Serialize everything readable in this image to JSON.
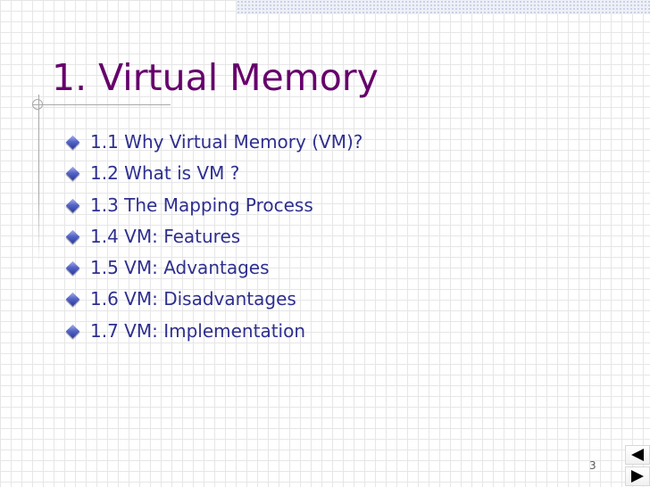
{
  "slide": {
    "title": "1. Virtual Memory",
    "bullets": [
      "1.1 Why Virtual Memory (VM)?",
      "1.2 What is VM ?",
      "1.3 The Mapping Process",
      "1.4 VM: Features",
      "1.5 VM: Advantages",
      "1.6 VM: Disadvantages",
      "1.7 VM: Implementation"
    ],
    "page_number": "3"
  },
  "colors": {
    "title": "#66006b",
    "bullet_text": "#2e2f8f",
    "bullet_marker": "#4a5bc4",
    "grid_line": "#e6e6e6",
    "nav_arrow": "#000000"
  },
  "icons": {
    "bullet": "diamond-bullet-icon",
    "previous": "triangle-left-icon",
    "next": "triangle-right-icon"
  }
}
